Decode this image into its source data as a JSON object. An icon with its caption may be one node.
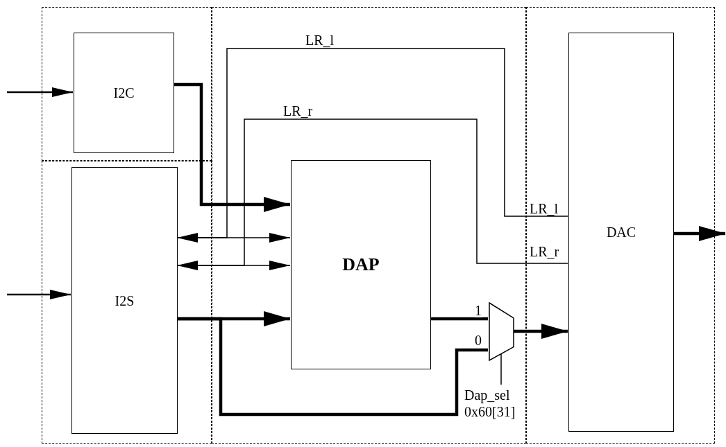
{
  "diagram": {
    "nodes": [
      {
        "text": [],
        "shape": "box"
      },
      {
        "text": [
          "I2C"
        ],
        "in": 0
      },
      {
        "text": [],
        "shape": "box"
      },
      {
        "text": [
          "I2S"
        ],
        "in": 2
      },
      {
        "text": [],
        "shape": "box"
      },
      {
        "text": [
          "DAP"
        ],
        "in": 4
      },
      {
        "text": [],
        "shape": "trapezoid",
        "in": 4
      },
      {
        "text": [
          "Dap_sel 0x60[31]"
        ],
        "in": 4
      },
      {
        "text": [],
        "shape": "box"
      },
      {
        "text": [
          "DAC"
        ],
        "in": 8
      }
    ],
    "edges": [
      {
        "from": null,
        "to": 1,
        "arrow": "to"
      },
      {
        "from": null,
        "to": 3,
        "arrow": "to"
      },
      {
        "from": 1,
        "to": 5,
        "arrow": "to",
        "style": "thick"
      },
      {
        "from": 3,
        "to": 5,
        "arrow": "both"
      },
      {
        "from": 3,
        "to": 5,
        "arrow": "both"
      },
      {
        "from": 3,
        "to": 5,
        "arrow": "to",
        "style": "thick"
      },
      {
        "from": 5,
        "to": 6,
        "arrow": "none",
        "style": "thick",
        "label": "1"
      },
      {
        "from": 3,
        "to": 6,
        "arrow": "none",
        "style": "thick",
        "label": "0"
      },
      {
        "from": 6,
        "to": 9,
        "arrow": "to",
        "style": "thick"
      },
      {
        "from": 9,
        "to": null,
        "arrow": "to",
        "style": "thick"
      },
      {
        "from": 3,
        "to": 9,
        "arrow": "none",
        "label": "LR_l"
      },
      {
        "from": 3,
        "to": 9,
        "arrow": "none",
        "label": "LR_r"
      },
      {
        "from": 7,
        "to": 6,
        "arrow": "none"
      }
    ],
    "labels": [
      "LR_l",
      "LR_r"
    ]
  }
}
